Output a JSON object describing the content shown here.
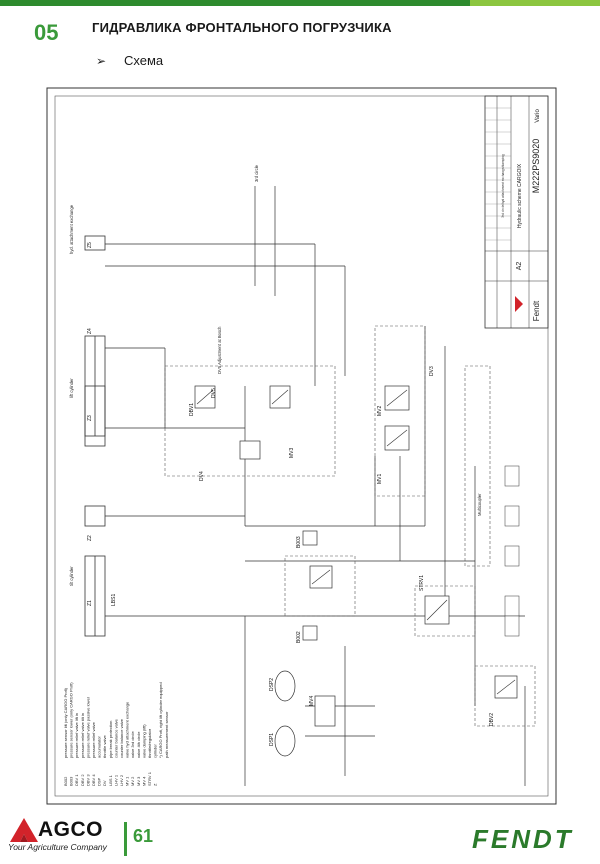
{
  "header": {
    "section_number": "05",
    "title": "ГИДРАВЛИКА ФРОНТАЛЬНОГО ПОГРУЗЧИКА",
    "bullet_glyph": "➢",
    "subtitle": "Схема"
  },
  "diagram": {
    "drawing_number": "M222PS9020",
    "drawing_title": "Hydraulic scheme CARGOIX",
    "drawing_subtitle": "3rd circle/hyd attachment exchange/damping",
    "sheet_size": "A2",
    "brand_small": "Fendt",
    "vario": "Vario",
    "circuit_labels": {
      "third_circle": "3rd circle",
      "hyd_attachment": "hyd. attachment exchange",
      "lift_cylinder": "lift cylinder",
      "tilt_cylinder": "tilt cylinder",
      "dv5_adjust": "DV5 Adjustment at Bosch",
      "multicoupler": "Multicoupler",
      "z1": "Z1",
      "z2": "Z2",
      "z3": "Z3",
      "z4": "Z4",
      "z5": "Z5",
      "dv3": "DV3",
      "dv4": "DV4",
      "dv5": "DV5",
      "dbv1": "DBV1",
      "dbv2": "DBV2",
      "mv1": "MV1",
      "mv2": "MV2",
      "mv3": "MV3",
      "mv4": "MV4",
      "b003": "B003",
      "b002": "B002",
      "lbs1": "LBS1",
      "strv1": "STRV1",
      "dsp1": "DSP1",
      "dsp2": "DSP2"
    },
    "legend": [
      {
        "code": "B002",
        "desc": "pressure sensor lift (only CARGO Profi)"
      },
      {
        "code": "B003",
        "desc": "pressure sensor lower (only CARGO Profi)"
      },
      {
        "code": "DBV 1",
        "desc": "pressure relief valve lift in"
      },
      {
        "code": "DBV 2",
        "desc": "pressure relief valve tilt in"
      },
      {
        "code": "DBV 3",
        "desc": "pressure relief valve passive lower"
      },
      {
        "code": "DBV 4",
        "desc": "pressure relief valve"
      },
      {
        "code": "DSP",
        "desc": "accumulator"
      },
      {
        "code": "DV",
        "desc": "throttle valve"
      },
      {
        "code": "LBS 1",
        "desc": "pipe break protection"
      },
      {
        "code": "LHV 1",
        "desc": "counter balance valve"
      },
      {
        "code": "LHV 2",
        "desc": "counter balance valve"
      },
      {
        "code": "MV 1",
        "desc": "valve hyd attachment exchange"
      },
      {
        "code": "MV 2",
        "desc": "valve 3rd circle"
      },
      {
        "code": "MV 3",
        "desc": "valve 4th circle"
      },
      {
        "code": "MV 4",
        "desc": "valve damping (lift)"
      },
      {
        "code": "STRV 1",
        "desc": "throttle/regulator"
      },
      {
        "code": "Z",
        "desc": "cylinder"
      },
      {
        "code": "",
        "desc": "*) CARGO Profi, right lift cylinder equipped"
      },
      {
        "code": "",
        "desc": "path measurement sensor"
      }
    ]
  },
  "footer": {
    "agco_name": "AGCO",
    "agco_tagline": "Your Agriculture Company",
    "page_number": "61",
    "fendt_name": "FENDT"
  },
  "colors": {
    "brand_green": "#2e8b2e",
    "accent_green": "#3a9a3a",
    "light_green": "#8cc63f",
    "agco_red": "#d2232a",
    "line_color": "#333333"
  }
}
